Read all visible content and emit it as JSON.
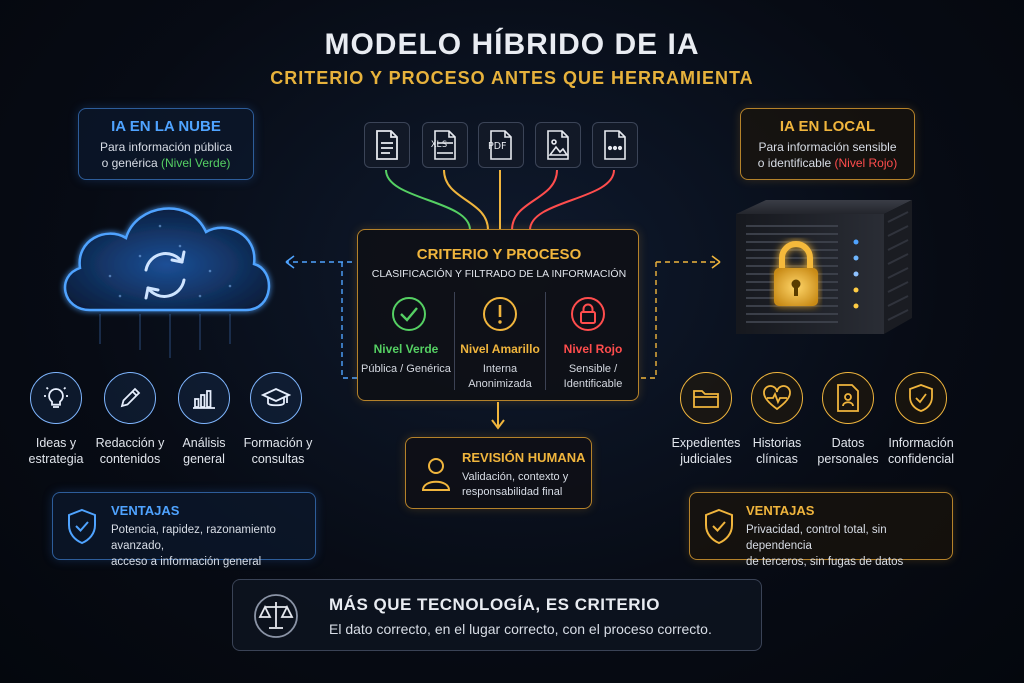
{
  "title": "MODELO HÍBRIDO DE IA",
  "subtitle": "CRITERIO Y PROCESO ANTES QUE HERRAMIENTA",
  "cloud": {
    "title": "IA EN LA NUBE",
    "line1": "Para información pública",
    "line2a": "o genérica ",
    "line2b": "(Nivel Verde)",
    "uses": [
      {
        "l1": "Ideas y",
        "l2": "estrategia",
        "icon": "lightbulb-icon"
      },
      {
        "l1": "Redacción y",
        "l2": "contenidos",
        "icon": "pencil-icon"
      },
      {
        "l1": "Análisis",
        "l2": "general",
        "icon": "bar-chart-icon"
      },
      {
        "l1": "Formación y",
        "l2": "consultas",
        "icon": "graduation-cap-icon"
      }
    ],
    "advantages_title": "VENTAJAS",
    "advantages_l1": "Potencia, rapidez, razonamiento avanzado,",
    "advantages_l2": "acceso a información general"
  },
  "local": {
    "title": "IA EN LOCAL",
    "line1": "Para información sensible",
    "line2a": "o identificable ",
    "line2b": "(Nivel Rojo)",
    "uses": [
      {
        "l1": "Expedientes",
        "l2": "judiciales",
        "icon": "folder-icon"
      },
      {
        "l1": "Historias",
        "l2": "clínicas",
        "icon": "heart-pulse-icon"
      },
      {
        "l1": "Datos",
        "l2": "personales",
        "icon": "id-card-icon"
      },
      {
        "l1": "Información",
        "l2": "confidencial",
        "icon": "shield-check-icon"
      }
    ],
    "advantages_title": "VENTAJAS",
    "advantages_l1": "Privacidad, control total, sin dependencia",
    "advantages_l2": "de terceros, sin fugas de datos"
  },
  "docs": [
    "XLS",
    "PDF"
  ],
  "center": {
    "title": "CRITERIO Y PROCESO",
    "subtitle": "CLASIFICACIÓN Y FILTRADO DE LA INFORMACIÓN",
    "levels": [
      {
        "name": "Nivel Verde",
        "d1": "Pública / Genérica",
        "d2": ""
      },
      {
        "name": "Nivel Amarillo",
        "d1": "Interna",
        "d2": "Anonimizada"
      },
      {
        "name": "Nivel Rojo",
        "d1": "Sensible /",
        "d2": "Identificable"
      }
    ]
  },
  "review": {
    "title": "REVISIÓN HUMANA",
    "l1": "Validación, contexto y",
    "l2": "responsabilidad final"
  },
  "footer": {
    "title": "MÁS QUE TECNOLOGÍA, ES CRITERIO",
    "text": "El dato correcto, en el lugar correcto, con el proceso correcto."
  },
  "colors": {
    "blue": "#4fa3ff",
    "amber": "#f0b53d",
    "green": "#55d063",
    "red": "#ff4d4d"
  }
}
